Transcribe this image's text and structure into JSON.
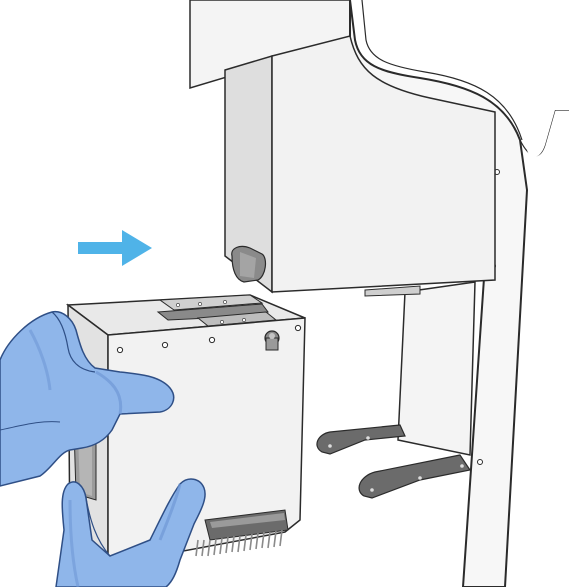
{
  "figure": {
    "colors": {
      "direction_arrow": "#4fb3e8",
      "glove": "#8fb6ea",
      "glove_shadow": "#6f98d6",
      "glove_outline": "#2f4f86",
      "instrument_body": "#f2f2f2",
      "instrument_shadow": "#dcdcdc",
      "outline": "#2b2b2b",
      "bracket_dark": "#6b6b6b",
      "plate_dark": "#8a8a8a",
      "pins": "#9a9a9a"
    },
    "icons": {
      "direction_arrow": "arrow-right-icon",
      "pipetting_head": "pipetting-head-module",
      "left_glove": "gloved-hand-left",
      "right_glove": "gloved-hand-right",
      "mount": "instrument-mount-housing"
    }
  }
}
